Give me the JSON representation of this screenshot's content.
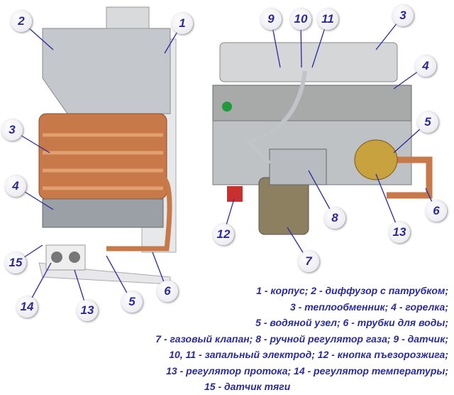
{
  "callouts_left": [
    "1",
    "2",
    "3",
    "4",
    "15",
    "14",
    "13",
    "5",
    "6"
  ],
  "callouts_right": [
    "9",
    "10",
    "11",
    "3",
    "4",
    "5",
    "6",
    "13",
    "8",
    "12",
    "7"
  ],
  "legend": [
    "1 - корпус; 2 - диффузор с патрубком;",
    "3 - теплообменник; 4 - горелка;",
    "5 - водяной узел; 6 - трубки для воды;",
    "7 - газовый клапан; 8 - ручной регулятор газа; 9 - датчик;",
    "10, 11 - запальный  электрод; 12 - кнопка пъезорозжига;",
    "13 - регулятор протока; 14 - регулятор температуры;",
    "15 - датчик тяги"
  ],
  "colors": {
    "text": "#2a2aa0",
    "copper": "#c8794a",
    "metal": "#b8bcc0"
  }
}
